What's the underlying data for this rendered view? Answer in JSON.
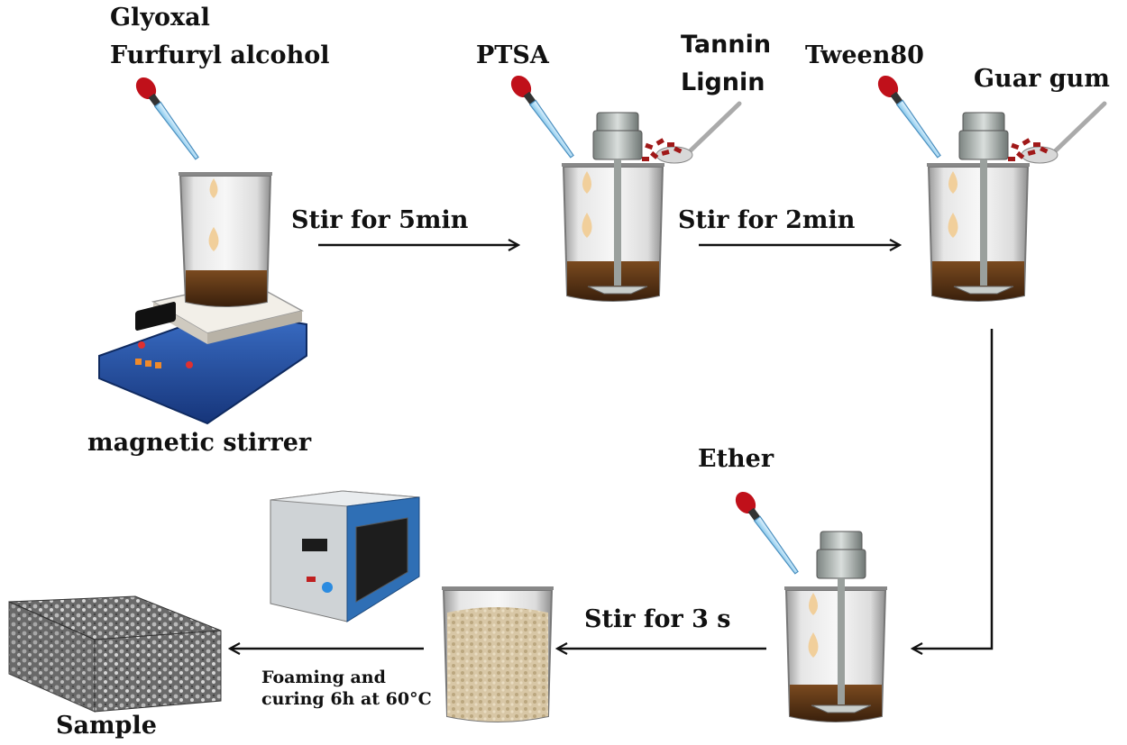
{
  "reagents": {
    "glyoxal": "Glyoxal",
    "furfuryl_alcohol": "Furfuryl alcohol",
    "ptsa": "PTSA",
    "tannin": "Tannin",
    "lignin": "Lignin",
    "tween80": "Tween80",
    "guar_gum": "Guar gum",
    "ether": "Ether"
  },
  "equipment": {
    "magnetic_stirrer": "magnetic stirrer"
  },
  "steps": {
    "stir_5min": "Stir for 5min",
    "stir_2min": "Stir for 2min",
    "stir_3s": "Stir for 3 s",
    "foaming_line1": "Foaming and",
    "foaming_line2": "curing 6h at 60°C"
  },
  "result": {
    "sample": "Sample"
  },
  "colors": {
    "liquid": "#4a2a12",
    "stirrer_blue": "#1f4fa0",
    "dropper_bulb": "#c0101a",
    "drop": "#f1cf9b",
    "foam": "#cdb996"
  }
}
